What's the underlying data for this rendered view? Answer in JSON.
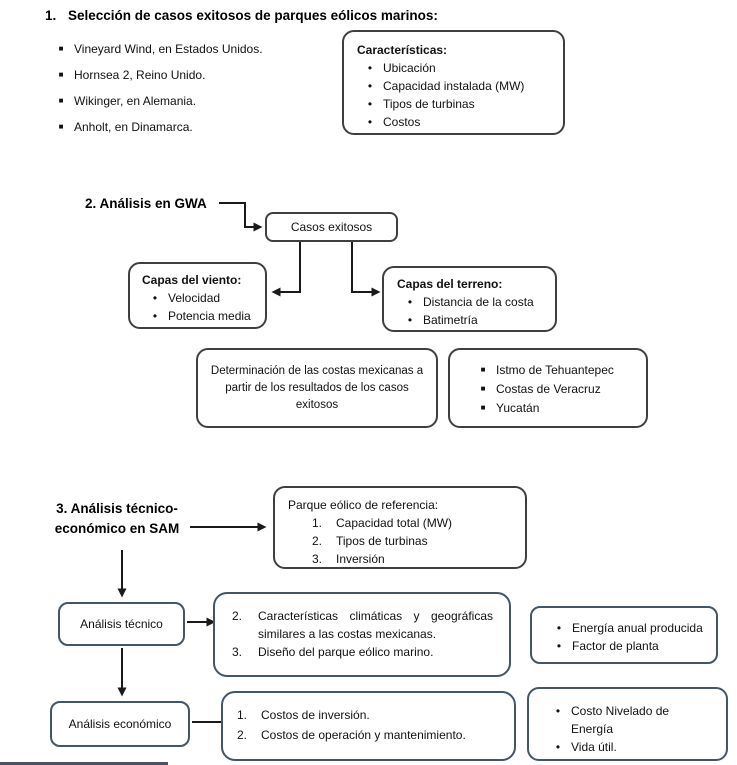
{
  "colors": {
    "border_dark": "#3f3f3f",
    "border_blue": "#44546a",
    "text": "#111111",
    "bottom_strip": "#44546a"
  },
  "section1": {
    "number": "1.",
    "title": "Selección de casos exitosos de parques eólicos marinos:",
    "cases": [
      "Vineyard Wind, en Estados Unidos.",
      "Hornsea 2, Reino Unido.",
      "Wikinger, en Alemania.",
      "Anholt, en Dinamarca."
    ],
    "caracteristicas": {
      "title": "Características:",
      "items": [
        "Ubicación",
        "Capacidad instalada (MW)",
        "Tipos de turbinas",
        "Costos"
      ]
    }
  },
  "section2": {
    "label": "2. Análisis en GWA",
    "casos_exitosos": "Casos exitosos",
    "capas_viento": {
      "title": "Capas del viento:",
      "items": [
        "Velocidad",
        "Potencia media"
      ]
    },
    "capas_terreno": {
      "title": "Capas del terreno:",
      "items": [
        "Distancia de la costa",
        "Batimetría"
      ]
    },
    "determinacion": "Determinación de las costas mexicanas a partir de los resultados de los casos exitosos",
    "costas": {
      "items": [
        "Istmo de Tehuantepec",
        "Costas de Veracruz",
        "Yucatán"
      ]
    }
  },
  "section3": {
    "label_line1": "3. Análisis técnico-",
    "label_line2": "económico en SAM",
    "parque": {
      "title": "Parque eólico de referencia:",
      "items": [
        {
          "num": "1.",
          "text": "Capacidad total (MW)"
        },
        {
          "num": "2.",
          "text": "Tipos de turbinas"
        },
        {
          "num": "3.",
          "text": "Inversión"
        }
      ]
    },
    "analisis_tecnico": "Análisis técnico",
    "tecnico_items": [
      {
        "num": "2.",
        "text": "Características climáticas y geográficas similares a las costas mexicanas."
      },
      {
        "num": "3.",
        "text": "Diseño del parque eólico marino."
      }
    ],
    "tecnico_outputs": [
      "Energía anual producida",
      "Factor de planta"
    ],
    "analisis_economico": "Análisis económico",
    "economico_items": [
      {
        "num": "1.",
        "text": "Costos de inversión."
      },
      {
        "num": "2.",
        "text": "Costos de operación y mantenimiento."
      }
    ],
    "economico_outputs": [
      "Costo Nivelado de Energía",
      "Vida útil."
    ]
  }
}
